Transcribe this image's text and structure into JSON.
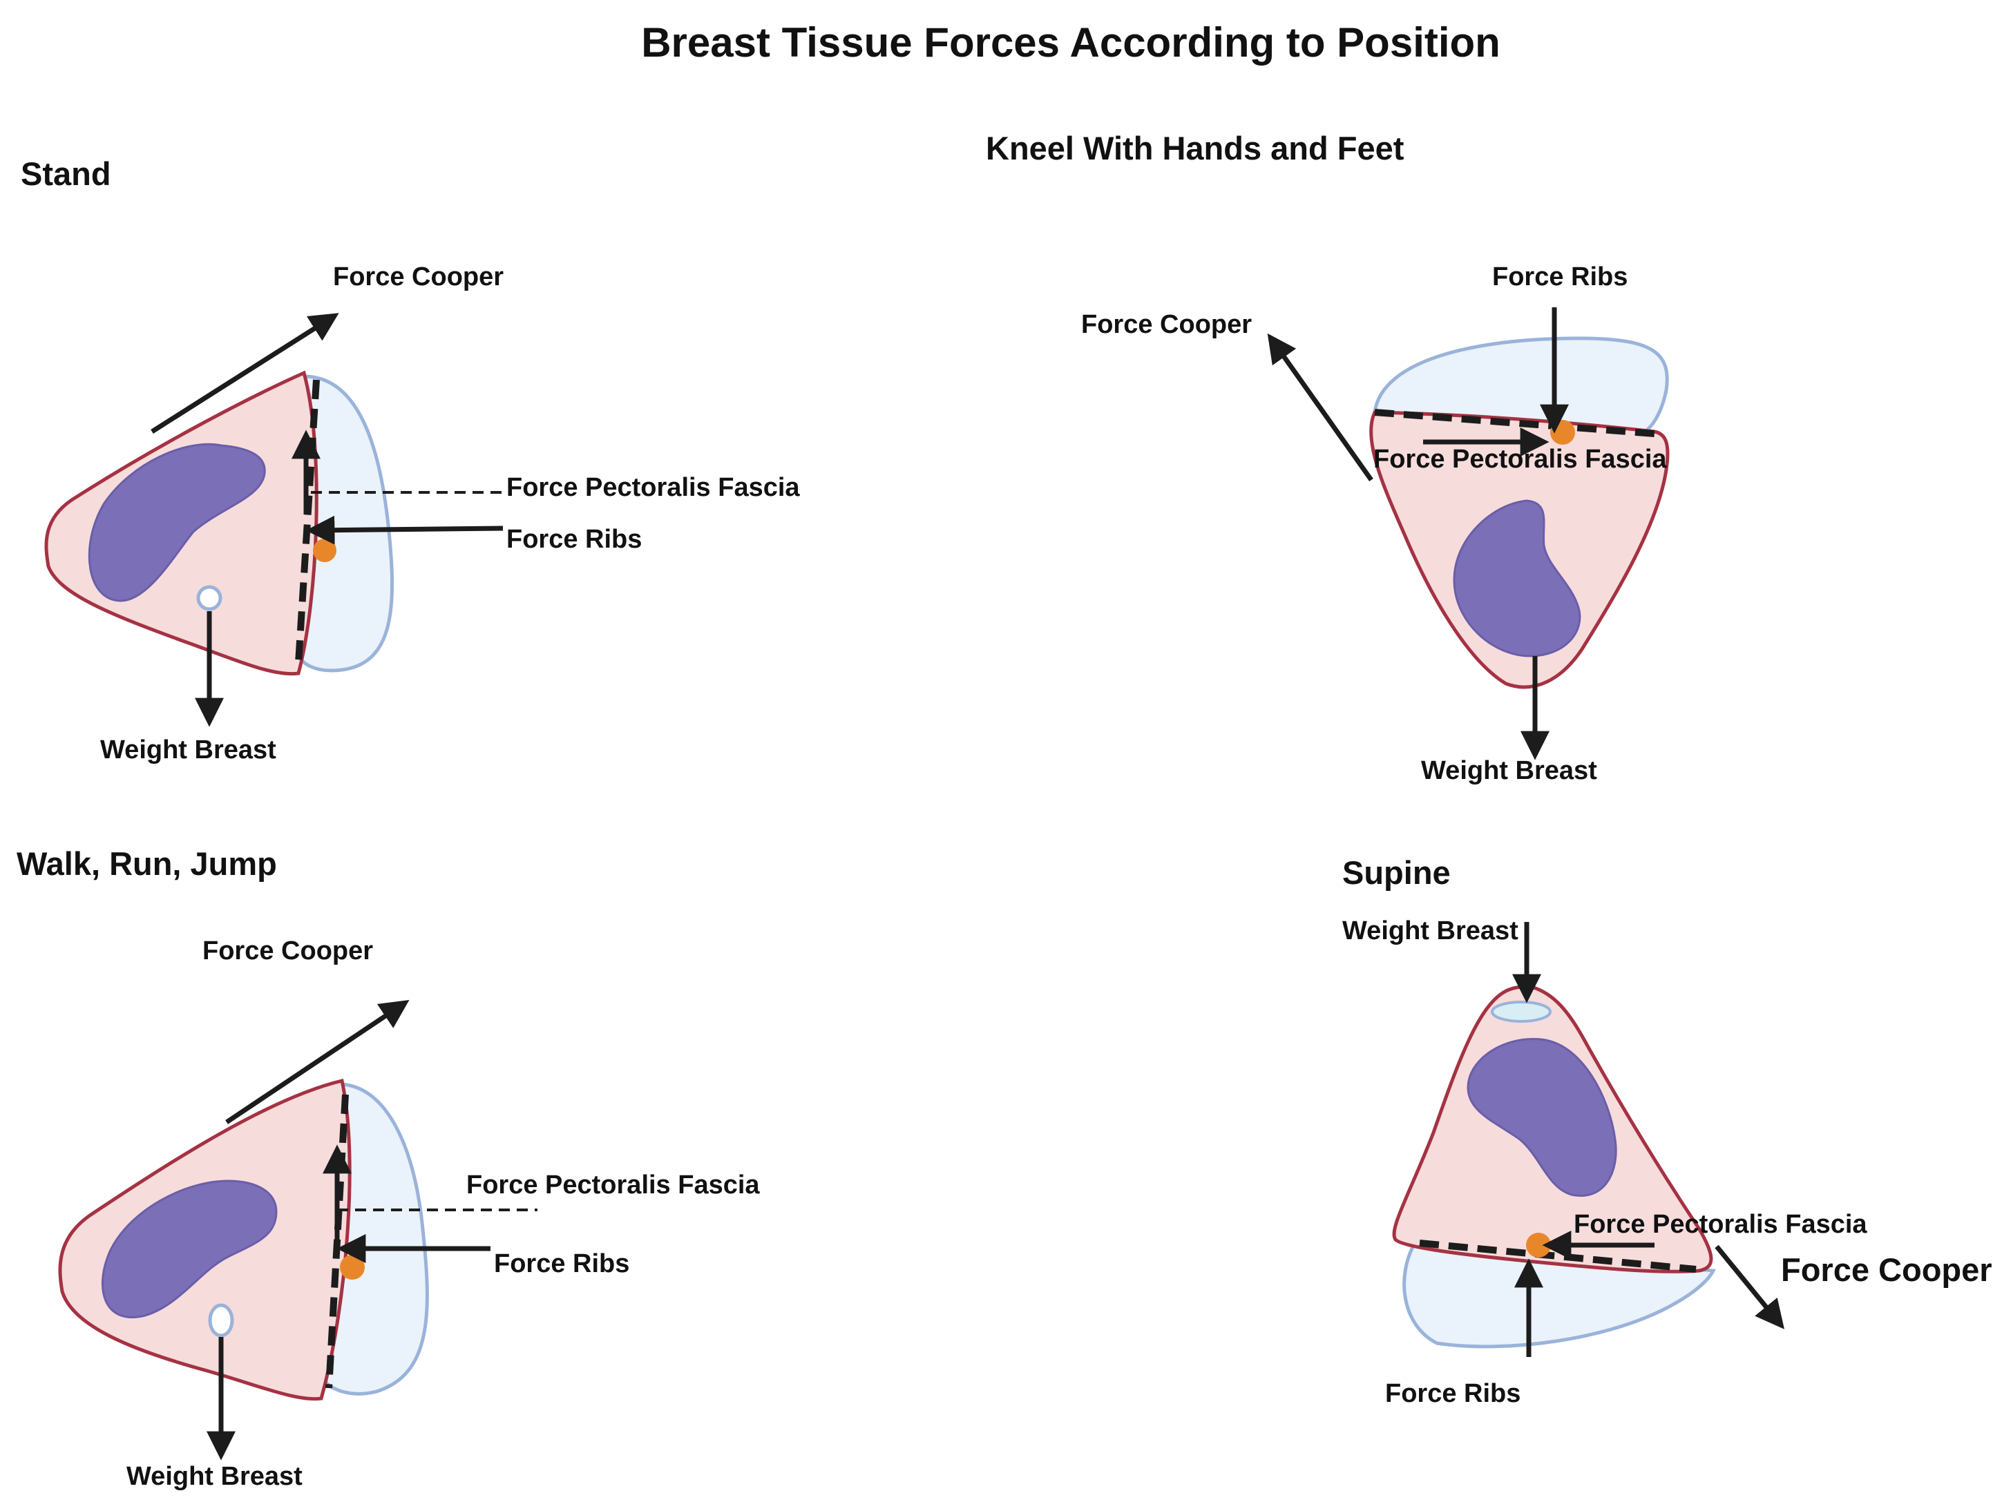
{
  "title": "Breast Tissue Forces According to Position",
  "panels": {
    "stand": {
      "title": "Stand",
      "force_cooper": "Force  Cooper",
      "force_pectoralis_fascia": "Force Pectoralis Fascia",
      "force_ribs": "Force Ribs",
      "weight_breast": "Weight Breast"
    },
    "kneel": {
      "title": "Kneel With Hands and Feet",
      "force_ribs": "Force Ribs",
      "force_cooper": "Force  Cooper",
      "force_pectoralis_fascia": "Force Pectoralis Fascia",
      "weight_breast": "Weight  Breast"
    },
    "walk": {
      "title": "Walk, Run, Jump",
      "force_cooper": "Force  Cooper",
      "force_pectoralis_fascia": "Force Pectoralis Fascia",
      "force_ribs": "Force Ribs",
      "weight_breast": "Weight Breast"
    },
    "supine": {
      "title": "Supine",
      "weight_breast": "Weight Breast",
      "force_pectoralis_fascia": "Force Pectoralis Fascia",
      "force_cooper": "Force Cooper",
      "force_ribs": "Force Ribs"
    }
  },
  "colors": {
    "breast_fill": "#f7dcdc",
    "breast_outline": "#a53242",
    "chest_wall_fill": "#eaf2fb",
    "chest_wall_outline": "#9ab3da",
    "gland": "#7b6fb7",
    "contact_point": "#e8872a",
    "arrow": "#1c1c1c"
  }
}
